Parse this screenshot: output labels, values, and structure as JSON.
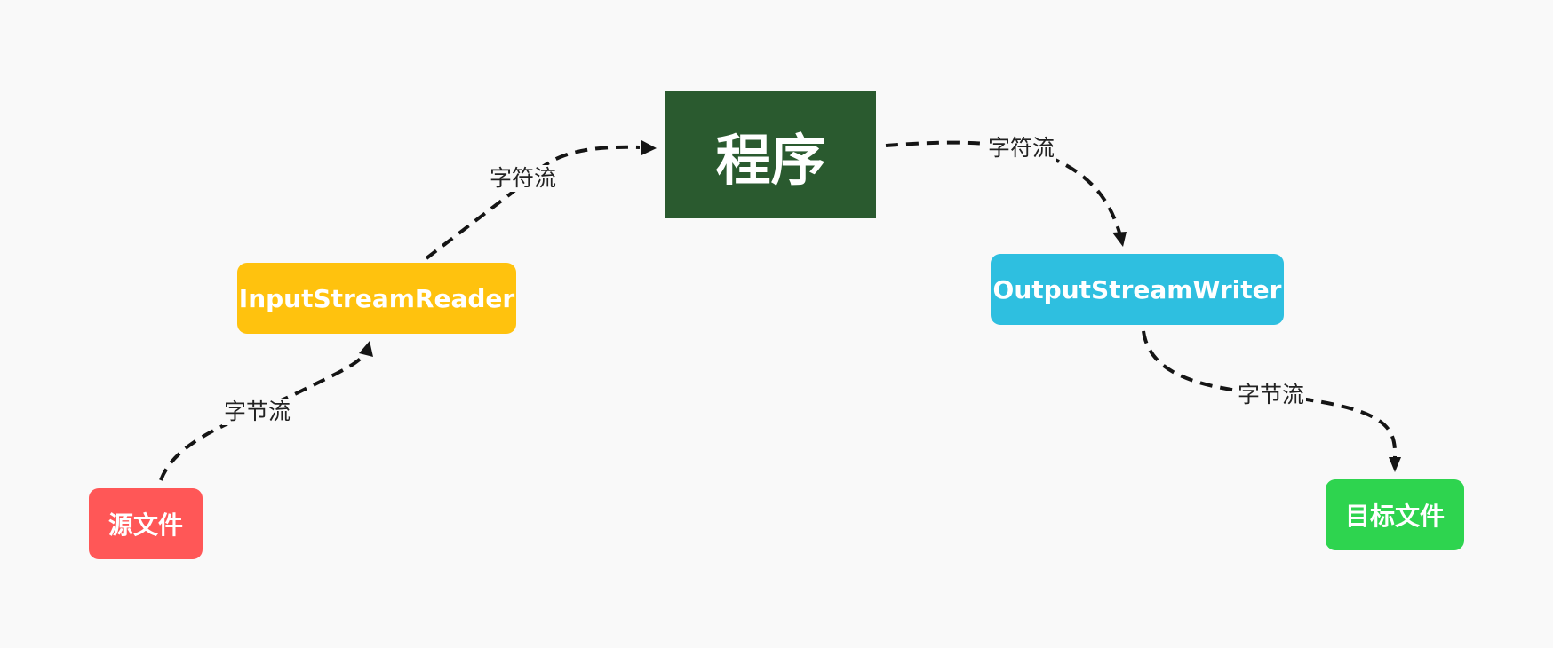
{
  "nodes": {
    "source_file": "源文件",
    "input_stream_reader": "InputStreamReader",
    "program": "程序",
    "output_stream_writer": "OutputStreamWriter",
    "target_file": "目标文件"
  },
  "edges": [
    {
      "from": "source_file",
      "to": "input_stream_reader",
      "label": "字节流"
    },
    {
      "from": "input_stream_reader",
      "to": "program",
      "label": "字符流"
    },
    {
      "from": "program",
      "to": "output_stream_writer",
      "label": "字符流"
    },
    {
      "from": "output_stream_writer",
      "to": "target_file",
      "label": "字节流"
    }
  ],
  "colors": {
    "background": "#f9f9f9",
    "source_file": "#ff5757",
    "input_stream_reader": "#ffc20e",
    "program": "#2a5a2f",
    "output_stream_writer": "#2ebfe0",
    "target_file": "#2ed44f",
    "connector": "#151515"
  }
}
